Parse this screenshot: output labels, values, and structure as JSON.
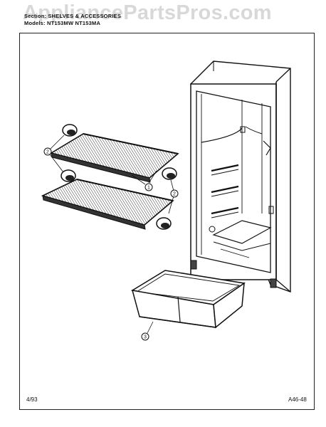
{
  "header": {
    "section_line": "Section: SHELVES & ACCESSORIES",
    "models_line": "Models: NT153MW  NT153MA"
  },
  "watermark": "AppliancePartsPros.com",
  "callouts": [
    "1",
    "2",
    "2",
    "3"
  ],
  "footer": {
    "date": "4/93",
    "page_ref": "A46-48"
  }
}
